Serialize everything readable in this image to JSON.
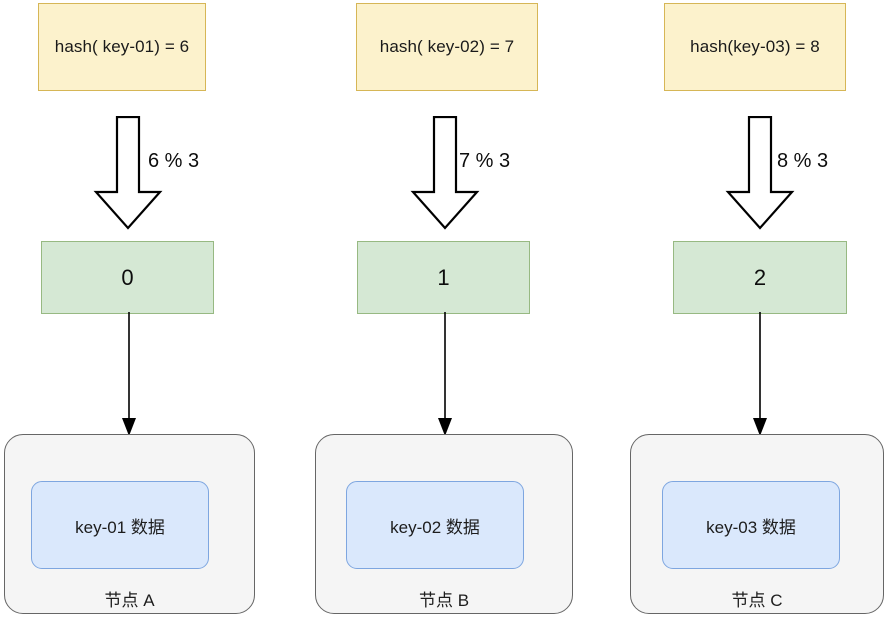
{
  "diagram": {
    "title": "hash-mod-node-mapping",
    "colors": {
      "hash_fill": "#fcf2cc",
      "hash_stroke": "#d6b656",
      "slot_fill": "#d5e8d4",
      "slot_stroke": "#97b982",
      "node_fill": "#f5f5f5",
      "node_stroke": "#666666",
      "data_fill": "#dae8fc",
      "data_stroke": "#7ea6e0",
      "arrow_stroke": "#000000",
      "background": "#ffffff"
    },
    "columns": [
      {
        "hash_text": "hash( key-01) = 6",
        "mod_text": "6 % 3",
        "slot_text": "0",
        "data_text": "key-01 数据",
        "node_text": "节点 A"
      },
      {
        "hash_text": "hash( key-02) = 7",
        "mod_text": "7 % 3",
        "slot_text": "1",
        "data_text": "key-02 数据",
        "node_text": "节点 B"
      },
      {
        "hash_text": "hash(key-03) = 8",
        "mod_text": "8 % 3",
        "slot_text": "2",
        "data_text": "key-03 数据",
        "node_text": "节点 C"
      }
    ]
  }
}
